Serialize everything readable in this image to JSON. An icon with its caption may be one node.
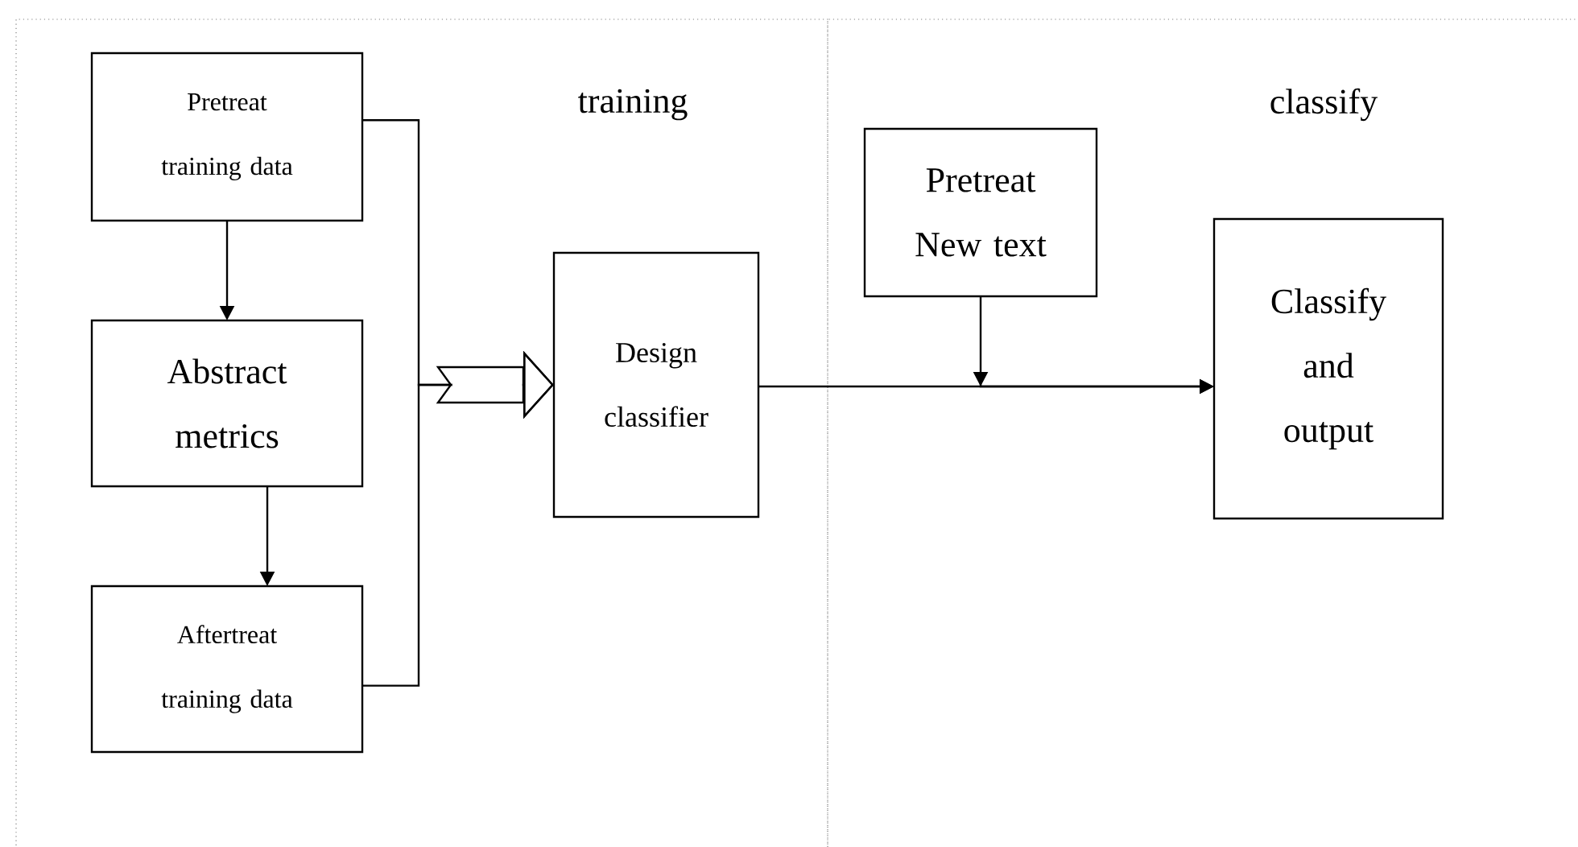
{
  "diagram": {
    "nodes": [
      {
        "text": [
          "training"
        ]
      },
      {
        "text": [
          "classify"
        ]
      },
      {
        "text": [
          "Pretreat training data"
        ],
        "in": 0
      },
      {
        "text": [
          "Abstract metrics"
        ],
        "in": 0
      },
      {
        "text": [
          "Aftertreat training data"
        ],
        "in": 0
      },
      {
        "text": [
          "Design classifier"
        ],
        "in": 0
      },
      {
        "text": [
          "Pretreat New text"
        ],
        "in": 1
      },
      {
        "text": [
          "Classify and output"
        ],
        "in": 1
      }
    ],
    "edges": [
      {
        "from": 2,
        "to": 5,
        "arrow": "to"
      },
      {
        "from": 4,
        "to": 5,
        "arrow": "to"
      },
      {
        "from": 2,
        "to": 3,
        "arrow": "to"
      },
      {
        "from": 3,
        "to": 4,
        "arrow": "to"
      },
      {
        "from": 5,
        "to": 7,
        "arrow": "to"
      },
      {
        "from": 6,
        "to": 7,
        "arrow": "to"
      }
    ]
  }
}
